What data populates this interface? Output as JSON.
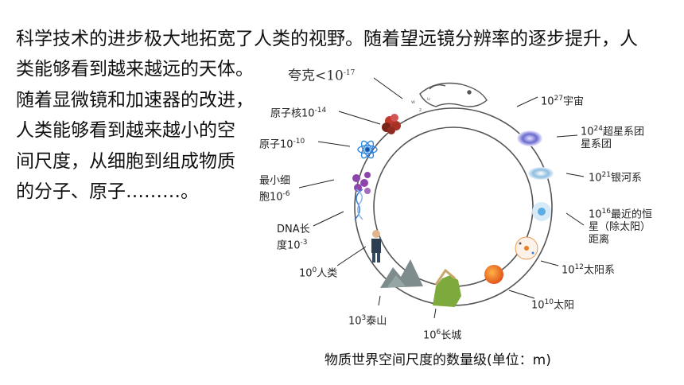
{
  "text": {
    "line1": "科学技术的进步极大地拓宽了人类的视野。随着望远镜分辨率的逐步提升，人",
    "para_lines": [
      "类能够看到越来越远的天体。",
      "随着显微镜和加速器的改进，",
      "人类能够看到越来越小的空",
      "间尺度，从细胞到组成物质",
      "的分子、原子………。"
    ]
  },
  "caption": "物质世界空间尺度的数量级(单位：m)",
  "scale_labels": {
    "quark": {
      "name": "夸克<10",
      "exp": "-17"
    },
    "nucleus": {
      "name": "原子核10",
      "exp": "-14"
    },
    "atom": {
      "name": "原子10",
      "exp": "-10"
    },
    "cell_1": "最小细",
    "cell_2": {
      "name": "胞10",
      "exp": "-6"
    },
    "dna_1": "DNA长",
    "dna_2": {
      "name": "度10",
      "exp": "-3"
    },
    "human": {
      "pre": "10",
      "exp": "0",
      "name": "人类"
    },
    "taishan": {
      "pre": "10",
      "exp": "3",
      "name": "泰山"
    },
    "greatwall": {
      "pre": "10",
      "exp": "6",
      "name": "长城"
    },
    "sun": {
      "pre": "10",
      "exp": "10",
      "name": "太阳"
    },
    "solar": {
      "pre": "10",
      "exp": "12",
      "name": "太阳系"
    },
    "star_1": {
      "pre": "10",
      "exp": "16",
      "name": "最近的恒"
    },
    "star_2": "星（除太阳）",
    "star_3": "距离",
    "galaxy": {
      "pre": "10",
      "exp": "21",
      "name": "银河系"
    },
    "cluster_1": {
      "pre": "10",
      "exp": "24",
      "name": "超星系团"
    },
    "cluster_2": "星系团",
    "universe": {
      "pre": "10",
      "exp": "27",
      "name": "宇宙"
    }
  }
}
